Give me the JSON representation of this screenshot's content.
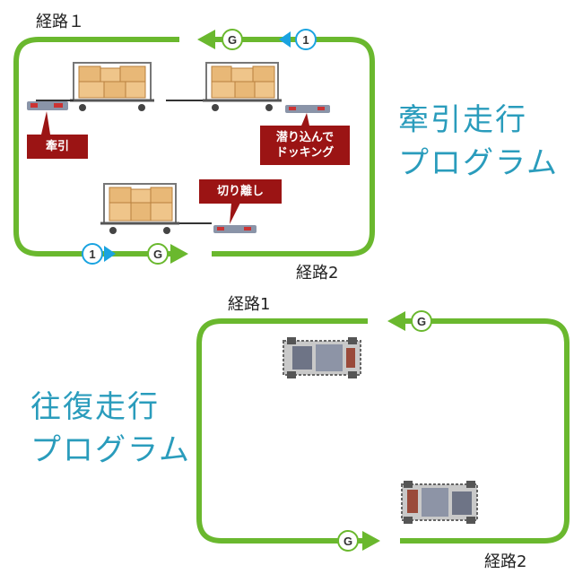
{
  "towing": {
    "title_line1": "牽引走行",
    "title_line2": "プログラム",
    "route1": "経路１",
    "route2": "経路2",
    "callout_tow": "牽引",
    "callout_dock_line1": "潜り込んで",
    "callout_dock_line2": "ドッキング",
    "callout_detach": "切り離し",
    "marker_goal": "G",
    "marker_start": "1"
  },
  "shuttle": {
    "title_line1": "往復走行",
    "title_line2": "プログラム",
    "route1": "経路1",
    "route2": "経路2",
    "marker_goal": "G"
  },
  "colors": {
    "route_green": "#6ab82e",
    "title_blue": "#2a9cbc",
    "callout_red": "#9b1414",
    "start_blue": "#1aa3e0"
  }
}
